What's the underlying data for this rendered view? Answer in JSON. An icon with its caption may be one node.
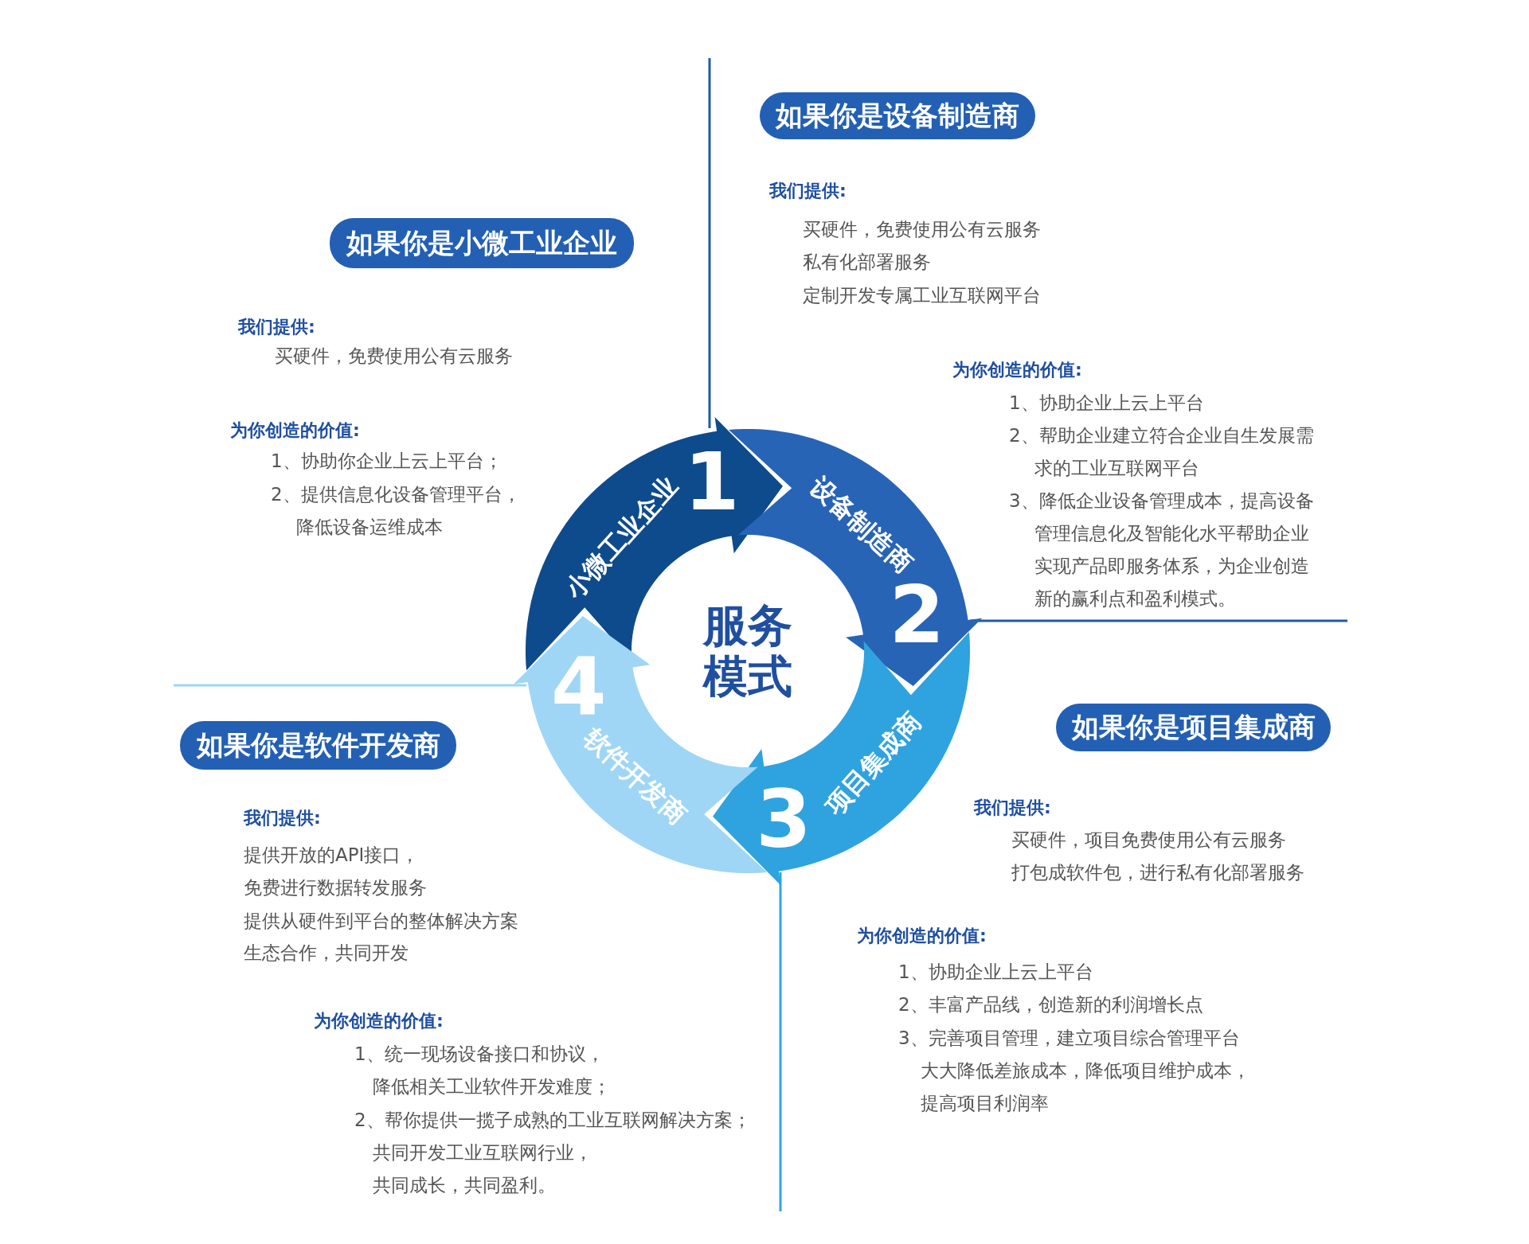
{
  "diagram": {
    "nodes": [
      {
        "text": [
          "服务模式"
        ]
      },
      {
        "text": [
          "小微工业企业",
          "1"
        ]
      },
      {
        "text": [
          "设备制造商",
          "2"
        ]
      },
      {
        "text": [
          "项目集成商",
          "3"
        ]
      },
      {
        "text": [
          "软件开发商",
          "4"
        ]
      },
      {
        "text": [
          "如果你是小微工业企业"
        ]
      },
      {
        "text": [
          "如果你是设备制造商"
        ]
      },
      {
        "text": [
          "如果你是软件开发商"
        ]
      },
      {
        "text": [
          "如果你是项目集成商"
        ]
      }
    ],
    "labels": [
      "我们提供:",
      "买硬件，免费使用公有云服务",
      "为你创造的价值:",
      "1、协助你企业上云上平台；",
      "2、提供信息化设备管理平台，降低设备运维成本",
      "我们提供:",
      "买硬件，免费使用公有云服务",
      "私有化部署服务",
      "定制开发专属工业互联网平台",
      "为你创造的价值:",
      "1、协助企业上云上平台",
      "2、帮助企业建立符合企业自生发展需求的工业互联网平台",
      "3、降低企业设备管理成本，提高设备管理信息化及智能化水平帮助企业实现产品即服务体系，为企业创造新的赢利点和盈利模式。",
      "我们提供:",
      "提供开放的API接口，",
      "免费进行数据转发服务",
      "提供从硬件到平台的整体解决方案",
      "生态合作，共同开发",
      "为你创造的价值:",
      "1、统一现场设备接口和协议，降低相关工业软件开发难度；",
      "2、帮你提供一揽子成熟的工业互联网解决方案；共同开发工业互联网行业，共同成长，共同盈利。",
      "我们提供:",
      "买硬件，项目免费使用公有云服务",
      "打包成软件包，进行私有化部署服务",
      "为你创造的价值:",
      "1、协助企业上云上平台",
      "2、丰富产品线，创造新的利润增长点",
      "3、完善项目管理，建立项目综合管理平台大大降低差旅成本，降低项目维护成本，提高项目利润率"
    ]
  }
}
